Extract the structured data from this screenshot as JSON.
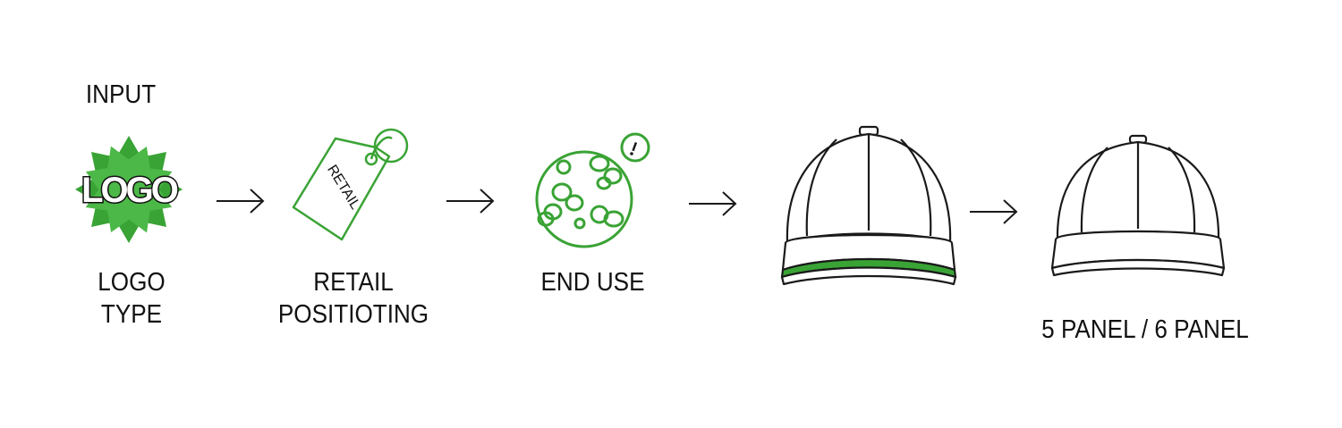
{
  "header": {
    "input_label": "INPUT"
  },
  "steps": [
    {
      "line1": "LOGO",
      "line2": "TYPE",
      "icon": "logo-badge-icon",
      "logo_text": "LOGO"
    },
    {
      "line1": "RETAIL",
      "line2": "POSITIOTING",
      "icon": "retail-tag-icon",
      "tag_text": "RETAIL"
    },
    {
      "line1": "END USE",
      "icon": "globe-icon"
    },
    {
      "icon": "cap-6-panel-icon"
    },
    {
      "label": "5 PANEL / 6 PANEL",
      "icon": "cap-5-panel-icon"
    }
  ],
  "colors": {
    "accent": "#3aa335",
    "stroke": "#1a1a1a",
    "background": "#ffffff"
  }
}
